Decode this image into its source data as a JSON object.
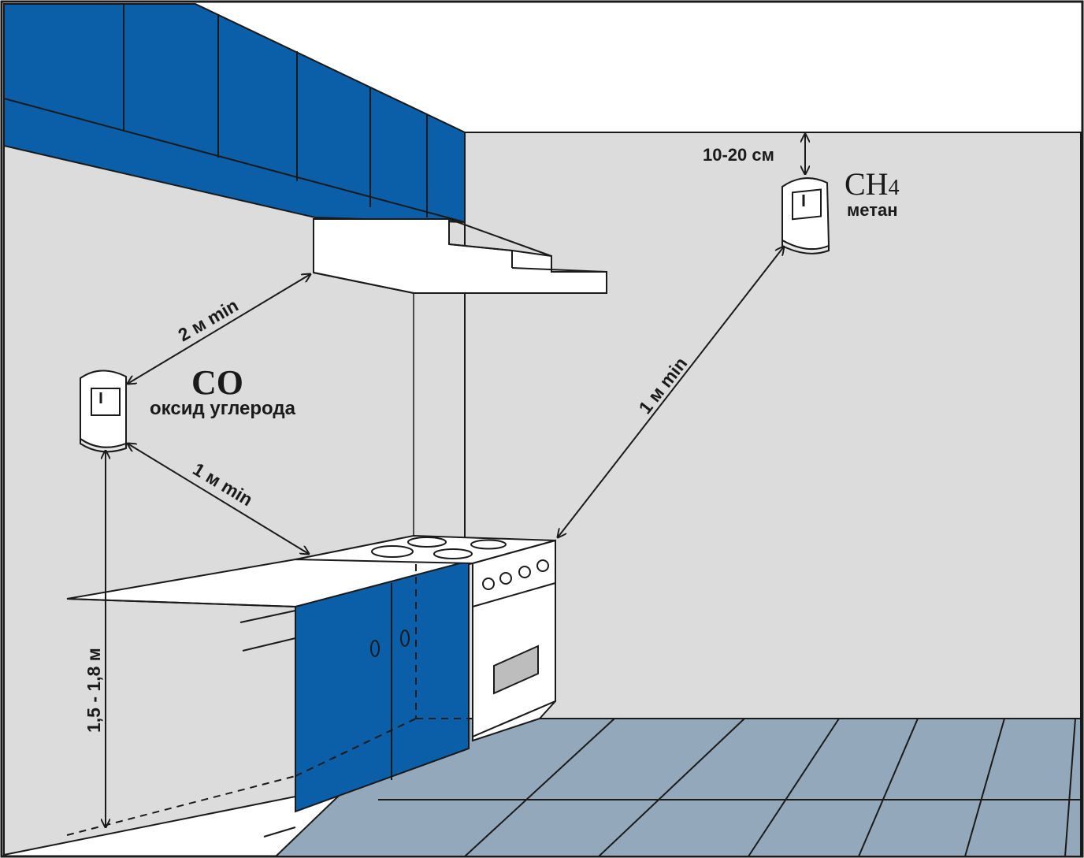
{
  "colors": {
    "wall": "#dcdcdc",
    "cabinet_blue": "#0b5ea8",
    "floor": "#93a9bb",
    "outline": "#1a1a1a",
    "appliance": "#ffffff"
  },
  "labels": {
    "ceiling_gap": "10-20 см",
    "ch4_formula_main": "CH",
    "ch4_formula_sub": "4",
    "ch4_name": "метан",
    "co_formula": "CO",
    "co_name": "оксид углерода",
    "hood_to_co": "2 м min",
    "co_to_stove": "1 м min",
    "stove_to_ch4": "1 м min",
    "co_height": "1,5 - 1,8 м"
  },
  "icons": {
    "co_sensor": "gas-sensor-icon",
    "ch4_sensor": "gas-sensor-icon",
    "arrow": "double-arrow-icon"
  }
}
